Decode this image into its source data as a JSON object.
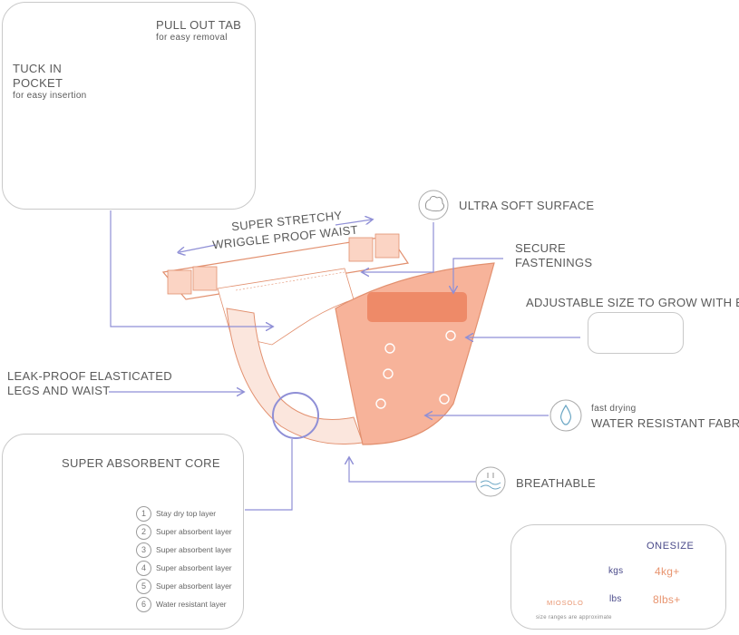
{
  "labels": {
    "pull_out_tab": "PULL OUT TAB",
    "pull_out_tab_sub": "for easy removal",
    "tuck_in_line1": "TUCK IN",
    "tuck_in_line2": "POCKET",
    "tuck_in_sub": "for easy insertion",
    "stretchy_line1": "SUPER STRETCHY",
    "stretchy_line2": "WRIGGLE PROOF WAIST",
    "ultra_soft": "ULTRA SOFT SURFACE",
    "secure_line1": "SECURE",
    "secure_line2": "FASTENINGS",
    "adjustable": "ADJUSTABLE SIZE TO GROW WITH BABY",
    "leak_line1": "LEAK-PROOF ELASTICATED",
    "leak_line2": "LEGS AND WAIST",
    "fast_drying": "fast drying",
    "water_resistant": "WATER RESISTANT FABRIC",
    "breathable": "BREATHABLE",
    "absorbent_core": "SUPER ABSORBENT CORE"
  },
  "layers": [
    {
      "num": "1",
      "label": "Stay dry top layer"
    },
    {
      "num": "2",
      "label": "Super absorbent layer"
    },
    {
      "num": "3",
      "label": "Super absorbent layer"
    },
    {
      "num": "4",
      "label": "Super absorbent layer"
    },
    {
      "num": "5",
      "label": "Super absorbent layer"
    },
    {
      "num": "6",
      "label": "Water resistant layer"
    }
  ],
  "size_box": {
    "header": "ONESIZE",
    "brand": "MIOSOLO",
    "unit1": "kgs",
    "value1": "4kg+",
    "unit2": "lbs",
    "value2": "8lbs+",
    "note": "size ranges are approximate"
  },
  "colors": {
    "peach": "#f7b39a",
    "peach_light": "#fbd4c4",
    "outline": "#e2906f",
    "accent_purple": "#8f8fd6",
    "value_orange": "#e8946f",
    "icon_blue": "#6aa6c4"
  }
}
